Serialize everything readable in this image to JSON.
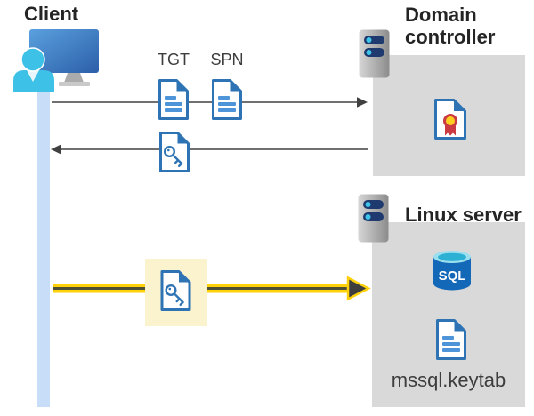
{
  "client": {
    "label": "Client"
  },
  "domain_controller": {
    "label": "Domain controller"
  },
  "linux_server": {
    "label": "Linux server",
    "sql_label": "SQL",
    "keytab_label": "mssql.keytab"
  },
  "tickets": {
    "tgt": "TGT",
    "spn": "SPN"
  },
  "flows": [
    {
      "name": "ticket-request",
      "from": "client",
      "to": "domain-controller",
      "direction": "right",
      "items": [
        "TGT document",
        "SPN document"
      ]
    },
    {
      "name": "ticket-response",
      "from": "domain-controller",
      "to": "client",
      "direction": "left",
      "items": [
        "key document"
      ]
    },
    {
      "name": "sql-connection",
      "from": "client",
      "to": "linux-server",
      "direction": "right",
      "highlighted": true,
      "items": [
        "key document"
      ]
    }
  ],
  "icons": {
    "client": "workstation-user-icon",
    "domain_controller": "server-icon",
    "linux_server": "server-icon",
    "tgt": "document-icon",
    "spn": "document-icon",
    "ticket": "key-document-icon",
    "certificate": "certificate-document-icon",
    "database": "sql-database-icon",
    "keytab": "document-icon"
  },
  "colors": {
    "document_blue": "#2E74B5",
    "panel_gray": "#D9D9D9",
    "timeline_blue": "#C8DDF8",
    "arrow_dark": "#404040",
    "arrow_yellow": "#FFD10A",
    "highlight_yellow": "#FBF2CE",
    "person_cyan": "#3EC1E6",
    "certificate_red": "#CB3A41",
    "certificate_gold": "#FFCE21",
    "sql_blue": "#1368B8"
  }
}
